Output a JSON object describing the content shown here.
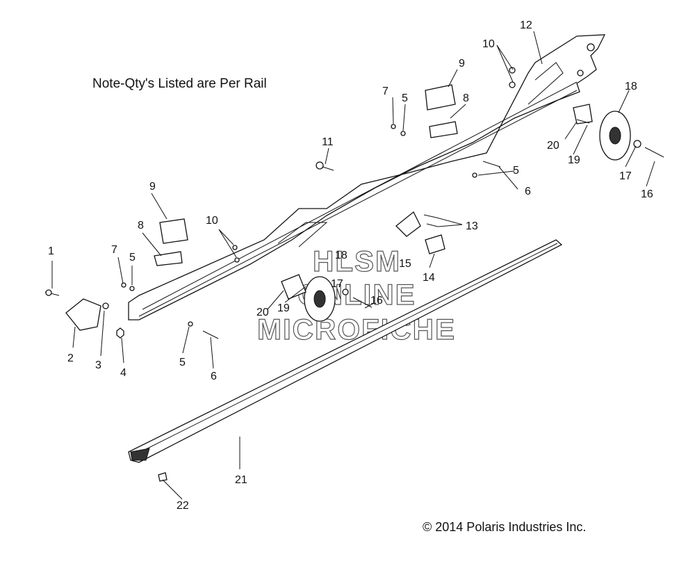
{
  "note": "Note-Qty's Listed are Per Rail",
  "copyright": "© 2014 Polaris Industries Inc.",
  "watermark": [
    "HLSM",
    "ONLINE",
    "MICROFICHE"
  ],
  "callouts": [
    "1",
    "2",
    "3",
    "4",
    "5",
    "5",
    "5",
    "5",
    "6",
    "6",
    "7",
    "7",
    "8",
    "8",
    "9",
    "9",
    "10",
    "10",
    "11",
    "12",
    "13",
    "14",
    "15",
    "16",
    "16",
    "17",
    "17",
    "18",
    "18",
    "19",
    "19",
    "20",
    "20",
    "21",
    "22"
  ]
}
